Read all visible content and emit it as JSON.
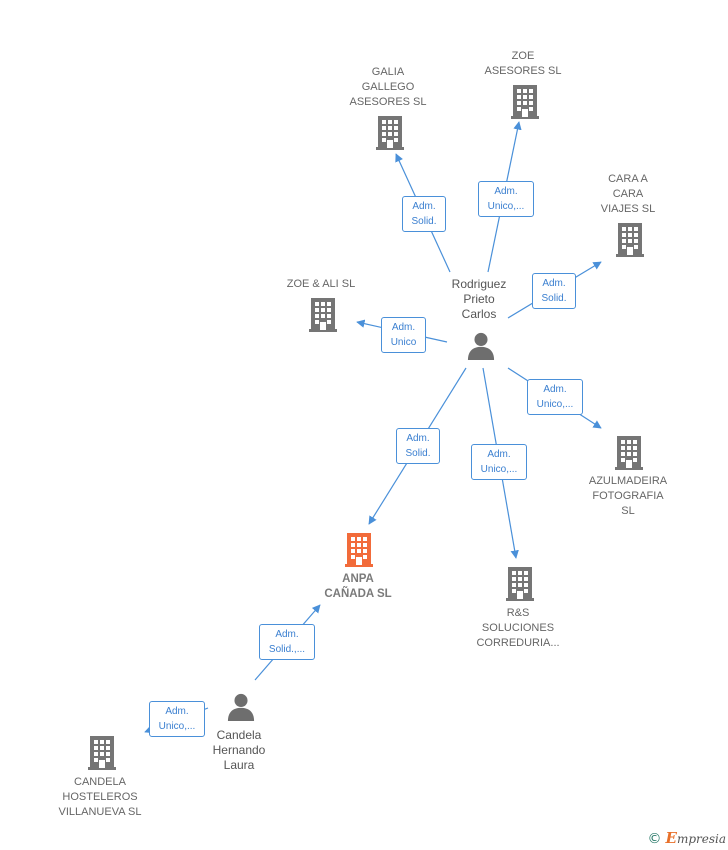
{
  "colors": {
    "edge": "#4a90d9",
    "company": "#757575",
    "highlight": "#f26b3a",
    "person": "#6e6e6e"
  },
  "nodes": {
    "galia": {
      "label": "GALIA\nGALLEGO\nASESORES  SL"
    },
    "zoe_asesores": {
      "label": "ZOE\nASESORES SL"
    },
    "cara": {
      "label": "CARA A\nCARA\nVIAJES  SL"
    },
    "zoe_ali": {
      "label": "ZOE & ALI SL"
    },
    "rodriguez": {
      "label": "Rodriguez\nPrieto\nCarlos"
    },
    "azul": {
      "label": "AZULMADEIRA\nFOTOGRAFIA\nSL"
    },
    "anpa": {
      "label": "ANPA\nCAÑADA  SL"
    },
    "rs": {
      "label": "R&S\nSOLUCIONES\nCORREDURIA..."
    },
    "candela_p": {
      "label": "Candela\nHernando\nLaura"
    },
    "candela_h": {
      "label": "CANDELA\nHOSTELEROS\nVILLANUEVA SL"
    }
  },
  "edges": {
    "e_galia": "Adm.\nSolid.",
    "e_zoe_asesores": "Adm.\nUnico,...",
    "e_cara": "Adm.\nSolid.",
    "e_zoe_ali": "Adm.\nUnico",
    "e_azul": "Adm.\nUnico,...",
    "e_anpa": "Adm.\nSolid.",
    "e_rs": "Adm.\nUnico,...",
    "e_candela_anpa": "Adm.\nSolid.,...",
    "e_candela_h": "Adm.\nUnico,..."
  },
  "footer": {
    "copyright": "©",
    "brand_initial": "E",
    "brand_rest": "mpresia"
  }
}
